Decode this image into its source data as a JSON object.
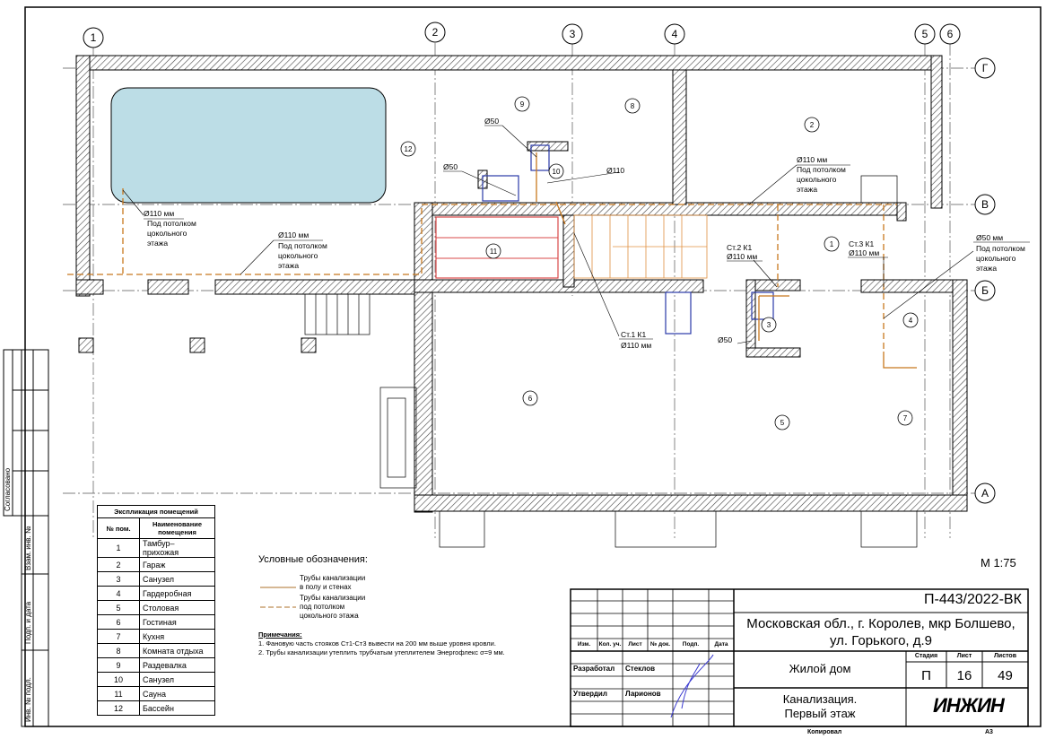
{
  "side_stamp": {
    "agreed": "Согласовано",
    "replace_inv": "Взам. инв. №",
    "sign_date": "Подп. и дата",
    "inv_orig": "Инв. № подл."
  },
  "axes": {
    "columns": [
      "1",
      "2",
      "3",
      "4",
      "5",
      "6"
    ],
    "rows": [
      "Г",
      "В",
      "Б",
      "А"
    ]
  },
  "rooms_on_plan": [
    "1",
    "2",
    "3",
    "4",
    "5",
    "6",
    "7",
    "8",
    "9",
    "10",
    "11",
    "12"
  ],
  "pipe_labels": {
    "pool_d": "Ø110 мм",
    "pool_note1": "Под потолком",
    "pool_note2": "цокольного",
    "pool_note3": "этажа",
    "mid_d": "Ø110 мм",
    "mid_note1": "Под потолком",
    "mid_note2": "цокольного",
    "mid_note3": "этажа",
    "garage_d": "Ø110 мм",
    "garage_note1": "Под потолком",
    "garage_note2": "цокольного",
    "garage_note3": "этажа",
    "right_d": "Ø50 мм",
    "right_note1": "Под потолком",
    "right_note2": "цокольного",
    "right_note3": "этажа",
    "d50_a": "Ø50",
    "d50_b": "Ø50",
    "d110_wc": "Ø110",
    "d50_c": "Ø50",
    "st1": "Ст.1  К1",
    "st1_d": "Ø110 мм",
    "st2": "Ст.2  К1",
    "st2_d": "Ø110 мм",
    "st3": "Ст.3  К1",
    "st3_d": "Ø110 мм"
  },
  "scale": "М 1:75",
  "explication": {
    "title": "Экспликация помещений",
    "col_num": "№ пом.",
    "col_name": "Наименование помещения",
    "rows": [
      {
        "n": "1",
        "name": "Тамбур– прихожая"
      },
      {
        "n": "2",
        "name": "Гараж"
      },
      {
        "n": "3",
        "name": "Санузел"
      },
      {
        "n": "4",
        "name": "Гардеробная"
      },
      {
        "n": "5",
        "name": "Столовая"
      },
      {
        "n": "6",
        "name": "Гостиная"
      },
      {
        "n": "7",
        "name": "Кухня"
      },
      {
        "n": "8",
        "name": "Комната  отдыха"
      },
      {
        "n": "9",
        "name": "Раздевалка"
      },
      {
        "n": "10",
        "name": "Санузел"
      },
      {
        "n": "11",
        "name": "Сауна"
      },
      {
        "n": "12",
        "name": "Бассейн"
      }
    ]
  },
  "legend": {
    "title": "Условные обозначения:",
    "solid_1": "Трубы канализации",
    "solid_2": "в полу и стенах",
    "dashed_1": "Трубы канализации",
    "dashed_2": "под потолком",
    "dashed_3": "цокольного этажа",
    "pipe_color": "#c8781e"
  },
  "notes": {
    "title": "Примечания:",
    "items": [
      "1.    Фановую часть стояков Ст1-Ст3 вывести на 200 мм выше уровня кровли.",
      "2.    Трубы канализации утеплить трубчатым утеплителем Энергофлекс σ=9 мм."
    ]
  },
  "title_block": {
    "code": "П-443/2022-ВК",
    "address1": "Московская обл., г. Королев, мкр Болшево,",
    "address2": "ул. Горького, д.9",
    "cols": [
      "Изм.",
      "Кол. уч.",
      "Лист",
      "№ док.",
      "Подп.",
      "Дата"
    ],
    "developed_label": "Разработал",
    "developed_name": "Стеклов",
    "approved_label": "Утвердил",
    "approved_name": "Ларионов",
    "object": "Жилой дом",
    "stage_label": "Стадия",
    "sheet_label": "Лист",
    "sheets_label": "Листов",
    "stage": "П",
    "sheet": "16",
    "sheets": "49",
    "drawing1": "Канализация.",
    "drawing2": "Первый этаж",
    "logo": "ИНЖИН",
    "copied": "Копировал",
    "format": "А3"
  }
}
